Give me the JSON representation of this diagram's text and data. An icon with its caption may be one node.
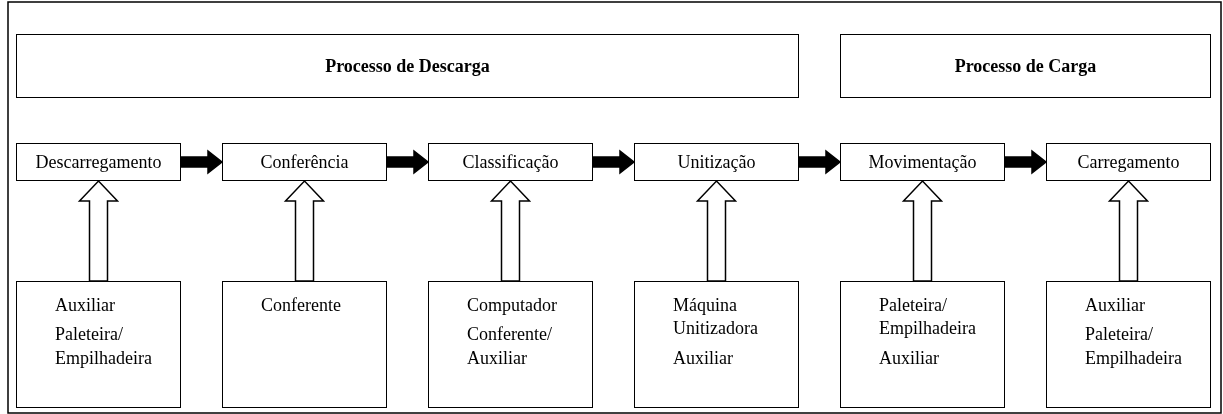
{
  "diagram": {
    "nodes": [
      {
        "text": [
          "Processo de Descarga"
        ]
      },
      {
        "text": [
          "Processo de Carga"
        ]
      },
      {
        "text": [
          "Descarregamento"
        ]
      },
      {
        "text": [
          "Conferência"
        ]
      },
      {
        "text": [
          "Classificação"
        ]
      },
      {
        "text": [
          "Unitização"
        ]
      },
      {
        "text": [
          "Movimentação"
        ]
      },
      {
        "text": [
          "Carregamento"
        ]
      },
      {
        "text": [
          "Auxiliar",
          "Paleteira/ Empilhadeira"
        ]
      },
      {
        "text": [
          "Conferente"
        ]
      },
      {
        "text": [
          "Computador",
          "Conferente/ Auxiliar"
        ]
      },
      {
        "text": [
          "Máquina Unitizadora",
          "Auxiliar"
        ]
      },
      {
        "text": [
          "Paleteira/ Empilhadeira",
          "Auxiliar"
        ]
      },
      {
        "text": [
          "Auxiliar",
          "Paleteira/ Empilhadeira"
        ]
      }
    ],
    "edges": [
      {
        "from": 2,
        "to": 3,
        "arrow": "to",
        "style": "thick"
      },
      {
        "from": 3,
        "to": 4,
        "arrow": "to",
        "style": "thick"
      },
      {
        "from": 4,
        "to": 5,
        "arrow": "to",
        "style": "thick"
      },
      {
        "from": 5,
        "to": 6,
        "arrow": "to",
        "style": "thick"
      },
      {
        "from": 6,
        "to": 7,
        "arrow": "to",
        "style": "thick"
      },
      {
        "from": 8,
        "to": 2,
        "arrow": "to"
      },
      {
        "from": 9,
        "to": 3,
        "arrow": "to"
      },
      {
        "from": 10,
        "to": 4,
        "arrow": "to"
      },
      {
        "from": 11,
        "to": 5,
        "arrow": "to"
      },
      {
        "from": 12,
        "to": 6,
        "arrow": "to"
      },
      {
        "from": 13,
        "to": 7,
        "arrow": "to"
      }
    ]
  }
}
